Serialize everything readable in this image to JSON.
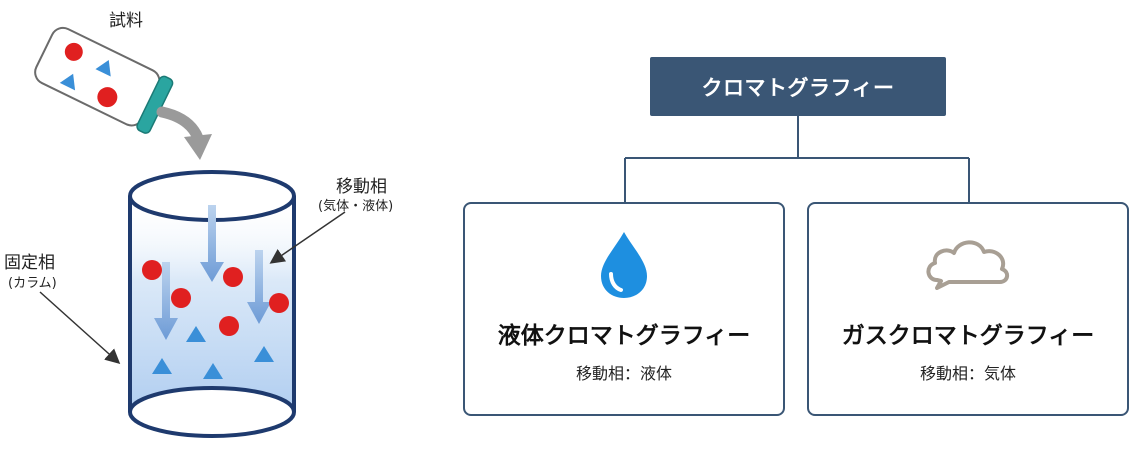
{
  "sample_label": "試料",
  "mobile_phase": {
    "label": "移動相",
    "sub": "(気体・液体)"
  },
  "stationary_phase": {
    "label": "固定相",
    "sub": "(カラム)"
  },
  "tree": {
    "root": "クロマトグラフィー",
    "children": [
      {
        "title": "液体クロマトグラフィー",
        "subtitle": "移動相：液体",
        "icon": "water-drop-icon",
        "icon_color": "#1e8fe0"
      },
      {
        "title": "ガスクロマトグラフィー",
        "subtitle": "移動相：気体",
        "icon": "cloud-icon",
        "icon_color": "#a89f94"
      }
    ]
  },
  "colors": {
    "box": "#3a5675",
    "column": "#1e3a6e",
    "particle": "#e02020",
    "triangle": "#3a8fd8"
  }
}
